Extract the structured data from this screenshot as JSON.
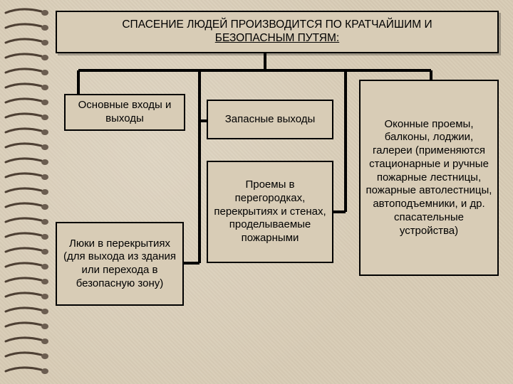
{
  "title": {
    "line1": "СПАСЕНИЕ ЛЮДЕЙ ПРОИЗВОДИТСЯ ПО КРАТЧАЙШИМ И",
    "line2": "БЕЗОПАСНЫМ ПУТЯМ:"
  },
  "boxes": {
    "main_exits": "Основные входы и выходы",
    "hatches": "Люки в перекрытиях (для выхода из здания или перехода в безопасную зону)",
    "spare_exits": "Запасные выходы",
    "openings": "Проемы в перегородках, перекрытиях и стенах, проделываемые пожарными",
    "windows": "Оконные проемы, балконы, лоджии, галереи (применяются стационарные и ручные пожарные лестницы, пожарные автолестницы, автоподъемники, и др. спасательные устройства)"
  },
  "colors": {
    "background": "#d8ccb6",
    "line": "#000000",
    "spiral": "#5a4a3a"
  }
}
